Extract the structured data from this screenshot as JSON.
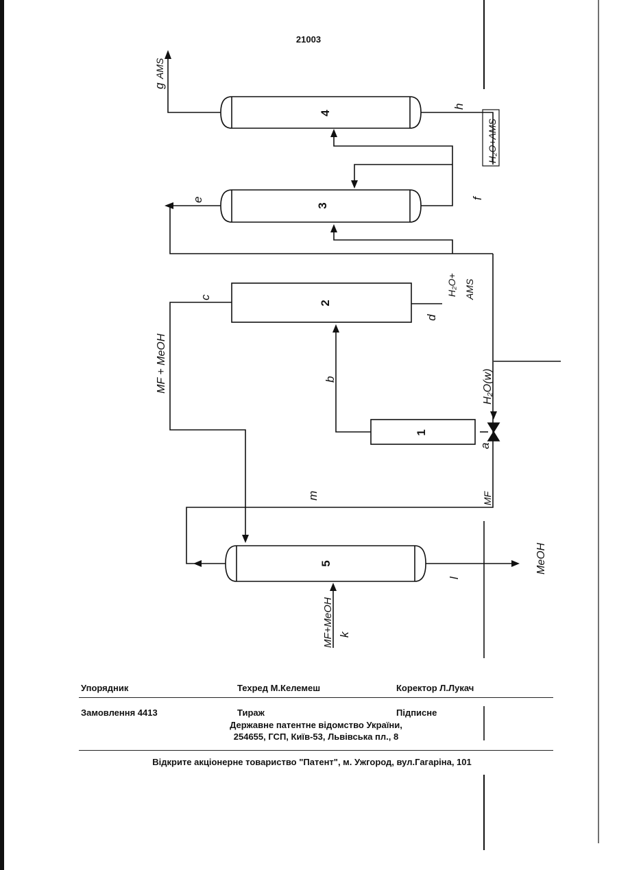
{
  "page_number": "21003",
  "diagram": {
    "units": {
      "u1": "1",
      "u2": "2",
      "u3": "3",
      "u4": "4",
      "u5": "5"
    },
    "stream_letters": {
      "a": "a",
      "b": "b",
      "c": "c",
      "d": "d",
      "e": "e",
      "f": "f",
      "g": "g",
      "h": "h",
      "k": "k",
      "l": "l",
      "m": "m"
    },
    "stream_names": {
      "ams": "AMS",
      "h2o_ams": "H₂O+AMS",
      "h2o_plus": "H₂O+",
      "mf_meoh": "MF + MeOH",
      "h2o_w": "H₂O(w)",
      "mf": "MF",
      "meoh": "MeOH",
      "mf_meoh_feed": "MF+MeOH"
    }
  },
  "footer": {
    "compiler": "Упорядник",
    "techred": "Техред М.Келемеш",
    "corrector": "Коректор Л.Лукач",
    "order": "Замовлення  4413",
    "circulation": "Тираж",
    "subscription": "Підписне",
    "office_line1": "Державне  патентне  відомство  України,",
    "office_line2": "254655, ГСП, Київ-53, Львівська пл., 8",
    "publisher": "Відкрите акціонерне товариство \"Патент\", м. Ужгород, вул.Гагаріна, 101"
  }
}
